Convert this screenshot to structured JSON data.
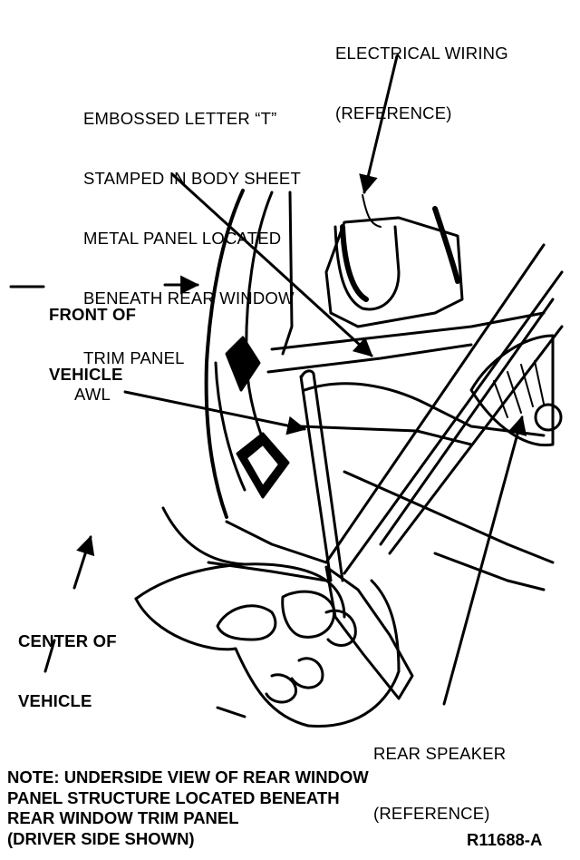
{
  "labels": {
    "electrical_wiring": [
      "ELECTRICAL WIRING",
      "(REFERENCE)"
    ],
    "embossed_letter": [
      "EMBOSSED LETTER “T”",
      "STAMPED IN BODY SHEET",
      "METAL PANEL LOCATED",
      "BENEATH REAR WINDOW",
      "TRIM PANEL"
    ],
    "front_of_vehicle": [
      "FRONT OF",
      "VEHICLE"
    ],
    "awl": "AWL",
    "center_of_vehicle": [
      "CENTER OF",
      "VEHICLE"
    ],
    "rear_speaker": [
      "REAR SPEAKER",
      "(REFERENCE)"
    ]
  },
  "note": [
    "NOTE: UNDERSIDE VIEW OF REAR WINDOW",
    "PANEL STRUCTURE LOCATED BENEATH",
    "REAR WINDOW TRIM PANEL",
    "(DRIVER SIDE SHOWN)"
  ],
  "figure_code": "R11688-A"
}
